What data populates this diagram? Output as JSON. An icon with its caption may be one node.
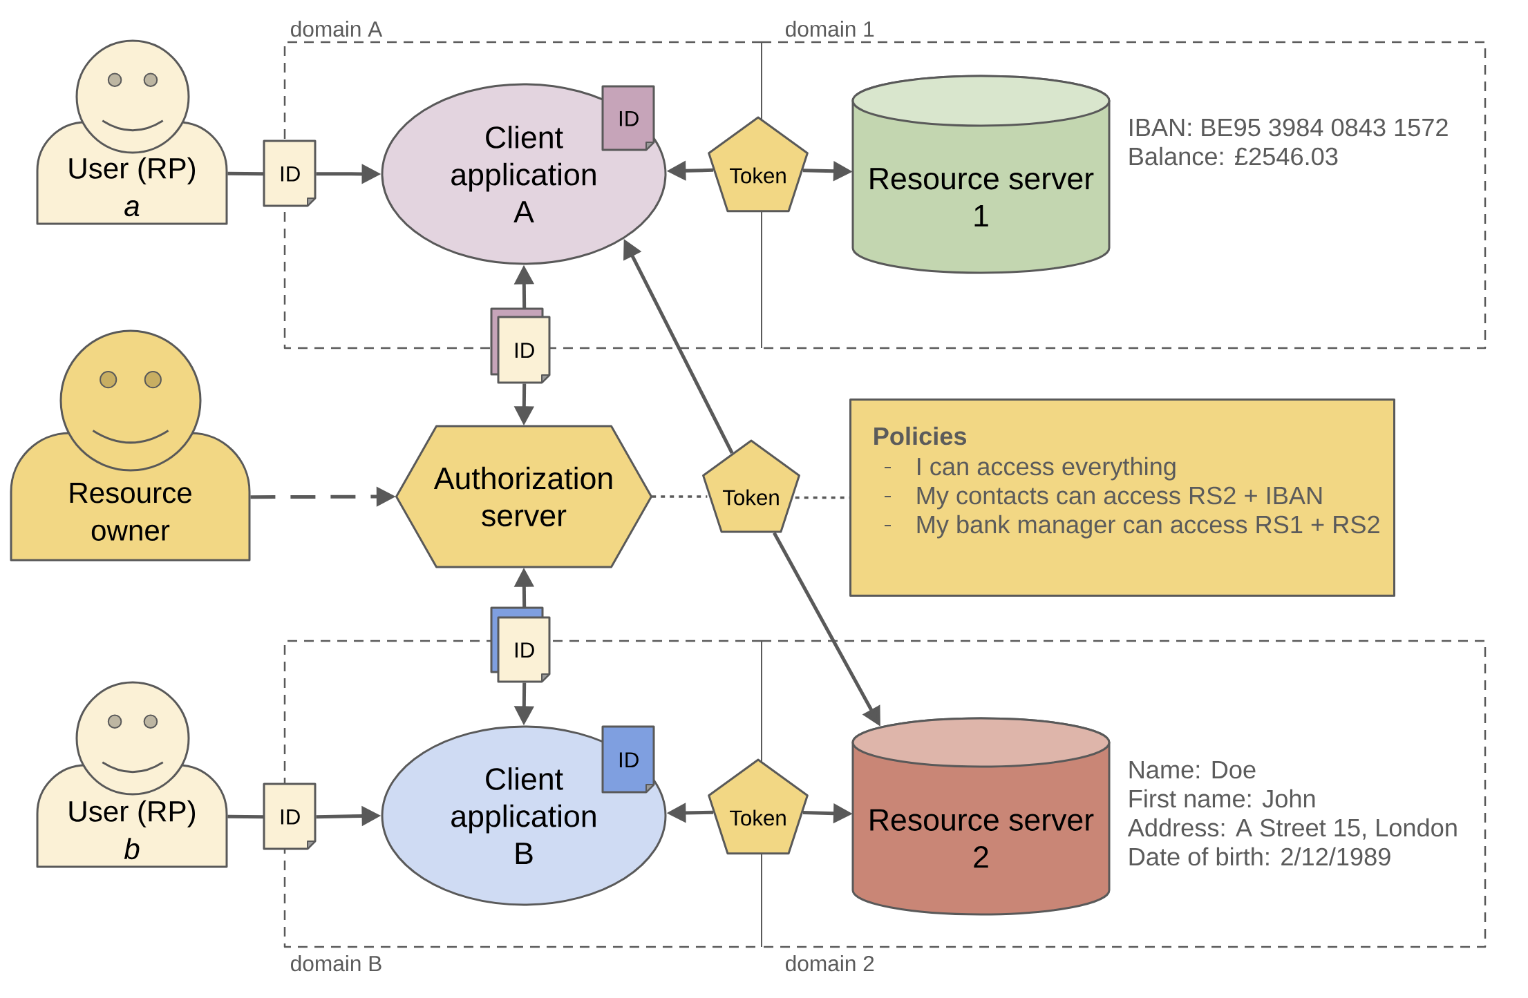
{
  "diagram": {
    "nodes": [
      {
        "text": [
          "domain A"
        ]
      },
      {
        "text": [
          "domain 1"
        ]
      },
      {
        "text": [
          "User (RP)",
          "a"
        ]
      },
      {
        "text": [
          "ID"
        ]
      },
      {
        "text": [
          "Client application A"
        ],
        "in": 0
      },
      {
        "text": [
          "ID"
        ],
        "in": 4
      },
      {
        "text": [
          "Token"
        ]
      },
      {
        "text": [
          "Resource server 1"
        ],
        "in": 1,
        "beside": [
          "IBAN: BE95 3984 0843 1572",
          "Balance: £2546.03"
        ]
      },
      {
        "text": [
          "ID"
        ]
      },
      {
        "text": [
          "Resource owner"
        ]
      },
      {
        "text": [
          "Authorization server"
        ]
      },
      {
        "text": [
          "Token"
        ]
      },
      {
        "text": [
          "Policies",
          "I can access everything",
          "My contacts can access RS2 + IBAN",
          "My bank manager can access RS1 + RS2"
        ]
      },
      {
        "text": [
          "ID"
        ]
      },
      {
        "text": [
          "domain B"
        ]
      },
      {
        "text": [
          "domain 2"
        ]
      },
      {
        "text": [
          "User (RP)",
          "b"
        ]
      },
      {
        "text": [
          "ID"
        ]
      },
      {
        "text": [
          "Client application B"
        ],
        "in": 14
      },
      {
        "text": [
          "ID"
        ],
        "in": 18
      },
      {
        "text": [
          "Token"
        ]
      },
      {
        "text": [
          "Resource server 2"
        ],
        "in": 15,
        "beside": [
          "Name: Doe",
          "First name: John",
          "Address: A Street 15, London",
          "Date of birth: 2/12/1989"
        ]
      }
    ],
    "edges": [
      {
        "from": 2,
        "to": 3,
        "arrow": "none"
      },
      {
        "from": 3,
        "to": 4,
        "arrow": "to"
      },
      {
        "from": 6,
        "to": 4,
        "arrow": "to"
      },
      {
        "from": 6,
        "to": 7,
        "arrow": "to"
      },
      {
        "from": 8,
        "to": 4,
        "arrow": "to"
      },
      {
        "from": 8,
        "to": 10,
        "arrow": "to"
      },
      {
        "from": 9,
        "to": 10,
        "arrow": "to",
        "style": "dashed"
      },
      {
        "from": 11,
        "to": 4,
        "arrow": "to"
      },
      {
        "from": 11,
        "to": 21,
        "arrow": "to"
      },
      {
        "from": 10,
        "to": 11,
        "arrow": "none",
        "style": "dashed"
      },
      {
        "from": 11,
        "to": 12,
        "arrow": "none",
        "style": "dashed"
      },
      {
        "from": 13,
        "to": 10,
        "arrow": "to"
      },
      {
        "from": 13,
        "to": 18,
        "arrow": "to"
      },
      {
        "from": 16,
        "to": 17,
        "arrow": "none"
      },
      {
        "from": 17,
        "to": 18,
        "arrow": "to"
      },
      {
        "from": 20,
        "to": 18,
        "arrow": "to"
      },
      {
        "from": 20,
        "to": 21,
        "arrow": "to"
      }
    ]
  }
}
